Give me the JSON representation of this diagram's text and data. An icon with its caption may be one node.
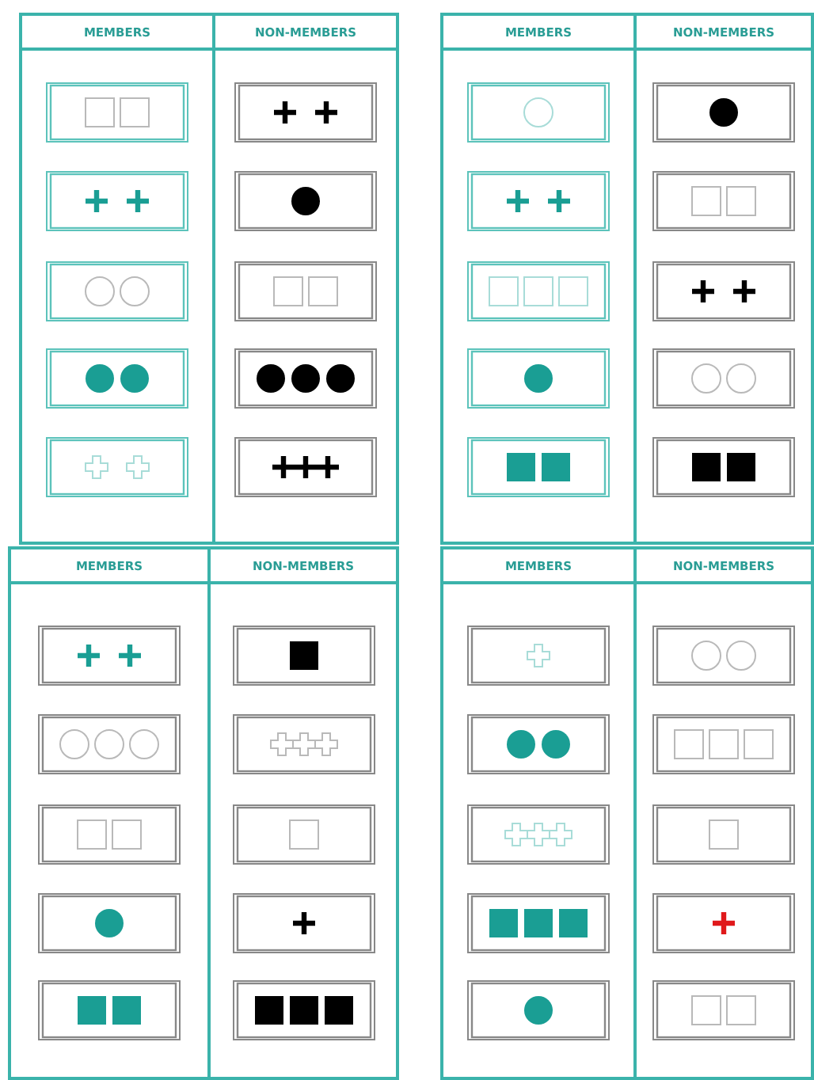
{
  "diagram": {
    "nodes": [
      {
        "text": [
          "MEMBERS",
          "NON-MEMBERS"
        ]
      },
      {
        "text": [
          "MEMBERS",
          "NON-MEMBERS"
        ]
      },
      {
        "text": [
          "MEMBERS",
          "NON-MEMBERS"
        ]
      },
      {
        "text": [
          "MEMBERS",
          "NON-MEMBERS"
        ]
      }
    ]
  }
}
